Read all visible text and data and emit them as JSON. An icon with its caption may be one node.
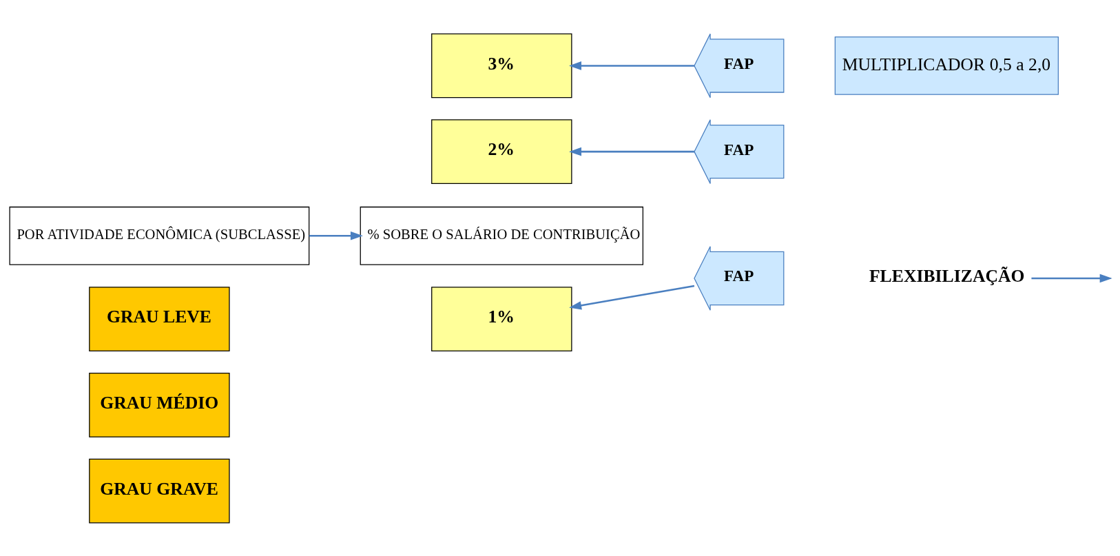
{
  "diagram": {
    "nodes": [
      {
        "text": [
          "POR ATIVIDADE ECONÔMICA (SUBCLASSE)"
        ]
      },
      {
        "text": [
          "% SOBRE O SALÁRIO DE CONTRIBUIÇÃO"
        ]
      },
      {
        "text": [
          "FLEXIBILIZAÇÃO"
        ]
      },
      {
        "text": [
          "GRAU LEVE"
        ]
      },
      {
        "text": [
          "1%"
        ]
      },
      {
        "text": [
          "FAP"
        ]
      },
      {
        "text": [
          "GRAU MÉDIO"
        ]
      },
      {
        "text": [
          "2%"
        ]
      },
      {
        "text": [
          "FAP"
        ]
      },
      {
        "text": [
          "MULTIPLICADOR 0,5 a 2,0"
        ]
      },
      {
        "text": [
          "GRAU GRAVE"
        ]
      },
      {
        "text": [
          "3%"
        ]
      },
      {
        "text": [
          "FAP"
        ]
      }
    ],
    "edges": [
      {
        "from": 0,
        "to": 1,
        "arrow": "to"
      },
      {
        "from": 2,
        "to": null,
        "arrow": "to"
      },
      {
        "from": 5,
        "to": 4,
        "arrow": "to"
      },
      {
        "from": 8,
        "to": 7,
        "arrow": "to"
      },
      {
        "from": 12,
        "to": 11,
        "arrow": "to"
      }
    ]
  }
}
